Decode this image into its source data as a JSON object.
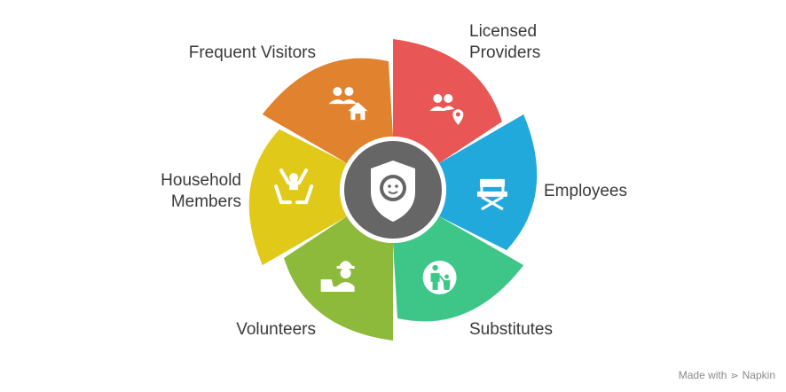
{
  "diagram": {
    "segments": [
      {
        "id": "frequent-visitors",
        "label": "Frequent Visitors",
        "color": "#E85656",
        "icon": "people-location-icon"
      },
      {
        "id": "licensed-providers",
        "label": "Licensed\nProviders",
        "color": "#21A9DC",
        "icon": "director-chair-icon"
      },
      {
        "id": "employees",
        "label": "Employees",
        "color": "#3DC688",
        "icon": "adult-child-icon"
      },
      {
        "id": "substitutes",
        "label": "Substitutes",
        "color": "#8DBA3A",
        "icon": "worker-hardhat-icon"
      },
      {
        "id": "volunteers",
        "label": "Volunteers",
        "color": "#E1C919",
        "icon": "helping-hands-icon"
      },
      {
        "id": "household-members",
        "label": "Household\nMembers",
        "color": "#E0822E",
        "icon": "family-home-icon"
      }
    ],
    "center": {
      "color": "#666666",
      "icon": "child-shield-icon"
    }
  },
  "watermark": {
    "text": "Made with",
    "brand": "Napkin"
  }
}
